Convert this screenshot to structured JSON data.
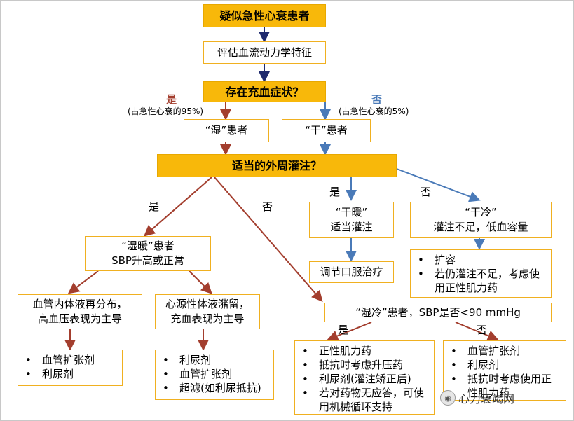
{
  "nodes": {
    "suspect": "疑似急性心衰患者",
    "assess": "评估血流动力学特征",
    "congestion_q": "存在充血症状？",
    "wet": "“湿”患者",
    "dry": "“干”患者",
    "perfusion_q": "适当的外周灌注？",
    "dry_warm_1": "“干暖”",
    "dry_warm_2": "适当灌注",
    "dry_cold_1": "“干冷”",
    "dry_cold_2": "灌注不足，低血容量",
    "oral_adjust": "调节口服治疗",
    "dry_cold_list": [
      "扩容",
      "若仍灌注不足，考虑使用正性肌力药"
    ],
    "wet_warm_1": "“湿暖”患者",
    "wet_warm_2": "SBP升高或正常",
    "vascular_1": "血管内体液再分布，",
    "vascular_2": "高血压表现为主导",
    "cardiac_1": "心源性体液潴留，",
    "cardiac_2": "充血表现为主导",
    "wet_cold": "“湿冷”患者，SBP是否<90 mmHg",
    "vascular_list": [
      "血管扩张剂",
      "利尿剂"
    ],
    "cardiac_list": [
      "利尿剂",
      "血管扩张剂",
      "超滤(如利尿抵抗)"
    ],
    "wet_cold_yes_list": [
      "正性肌力药",
      "抵抗时考虑升压药",
      "利尿剂(灌注矫正后)",
      "若对药物无应答，可使用机械循环支持"
    ],
    "wet_cold_no_list": [
      "血管扩张剂",
      "利尿剂",
      "抵抗时考虑使用正性肌力药"
    ]
  },
  "labels": {
    "yes": "是",
    "no": "否",
    "pct_95": "(占急性心衰的95%)",
    "pct_5": "(占急性心衰的5%)"
  },
  "watermark": "心力衰竭网",
  "colors": {
    "gold": "#f8b80a",
    "box_border": "#f0b020",
    "arrow_dark_blue": "#1f2a6e",
    "arrow_red": "#a33e2e",
    "arrow_blue": "#4a7ab8"
  }
}
